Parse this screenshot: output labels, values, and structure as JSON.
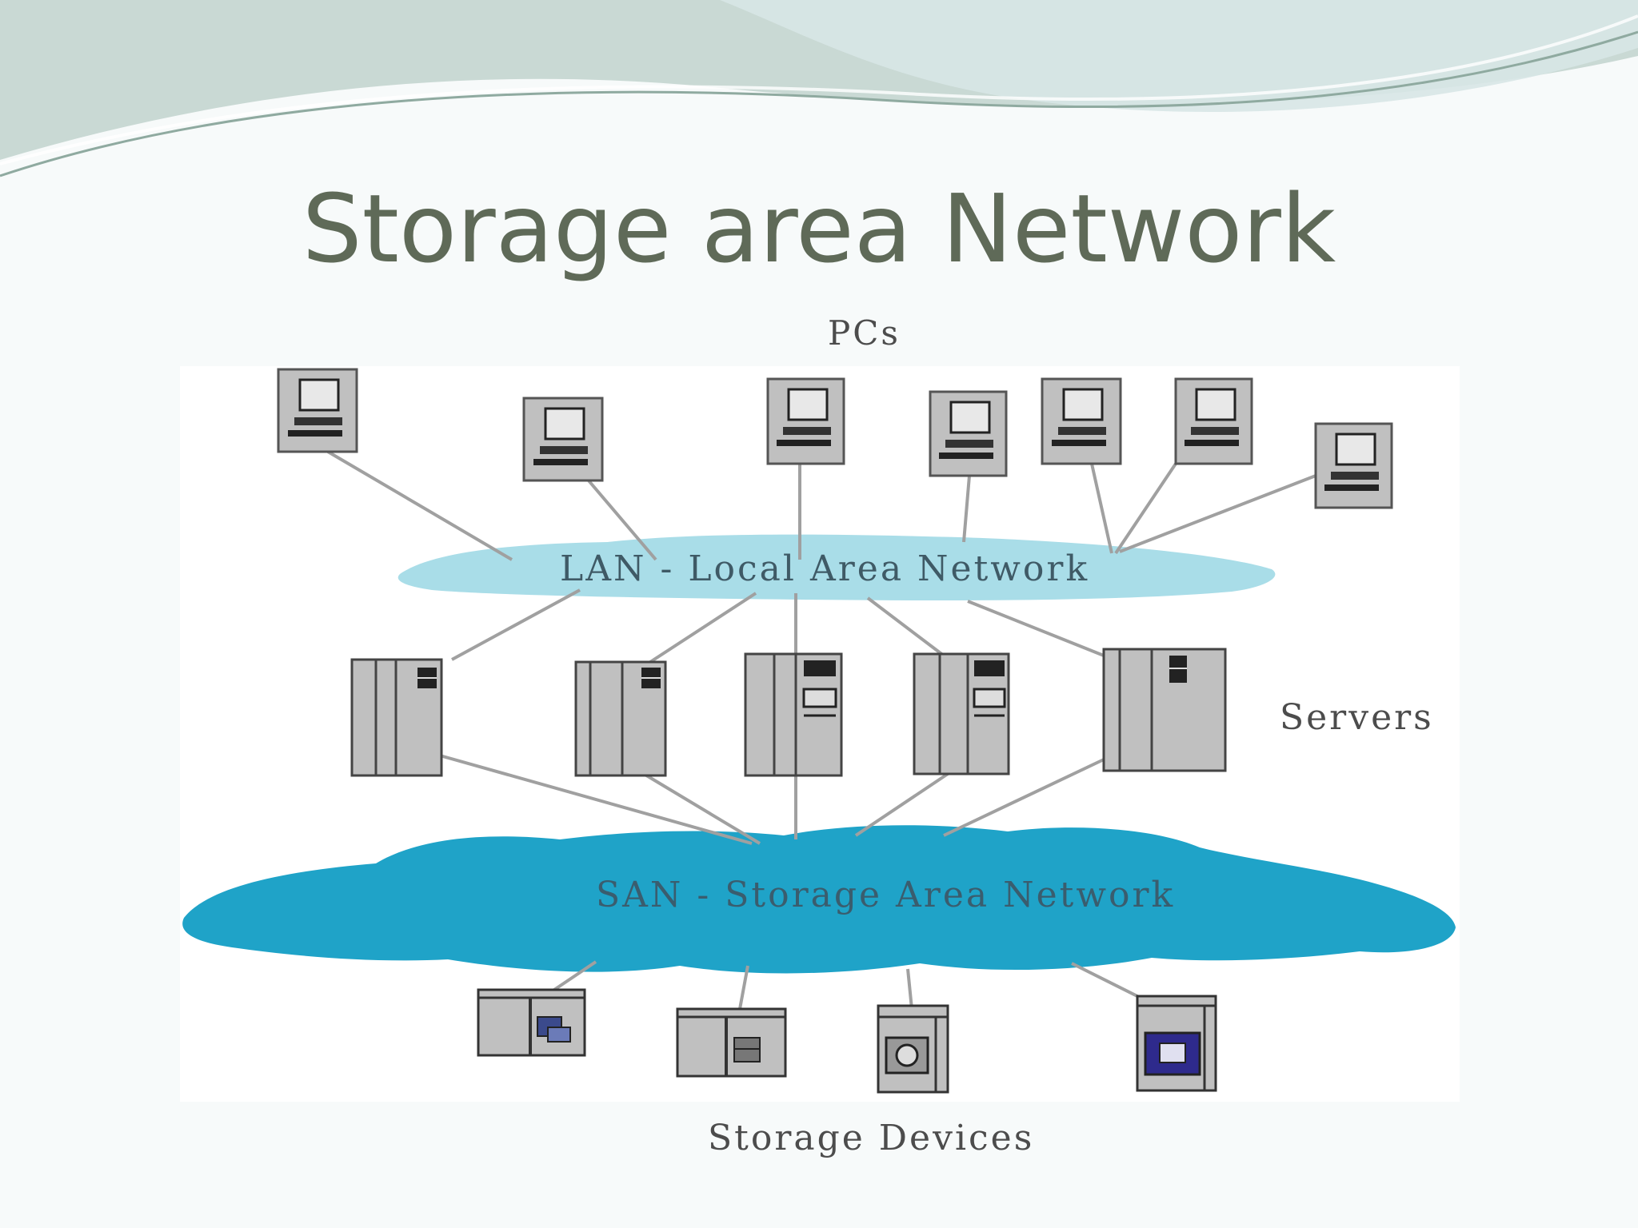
{
  "slide": {
    "title": "Storage area Network"
  },
  "diagram": {
    "pcs_label": "PCs",
    "lan_label": "LAN - Local Area Network",
    "servers_label": "Servers",
    "san_label": "SAN - Storage Area Network",
    "storage_label": "Storage Devices"
  },
  "colors": {
    "title": "#5f6a58",
    "lan_cloud": "#a9dde8",
    "san_cloud": "#1fa3c8",
    "device_gray": "#c0c0c0",
    "header_wave": "#c9d9d4"
  }
}
